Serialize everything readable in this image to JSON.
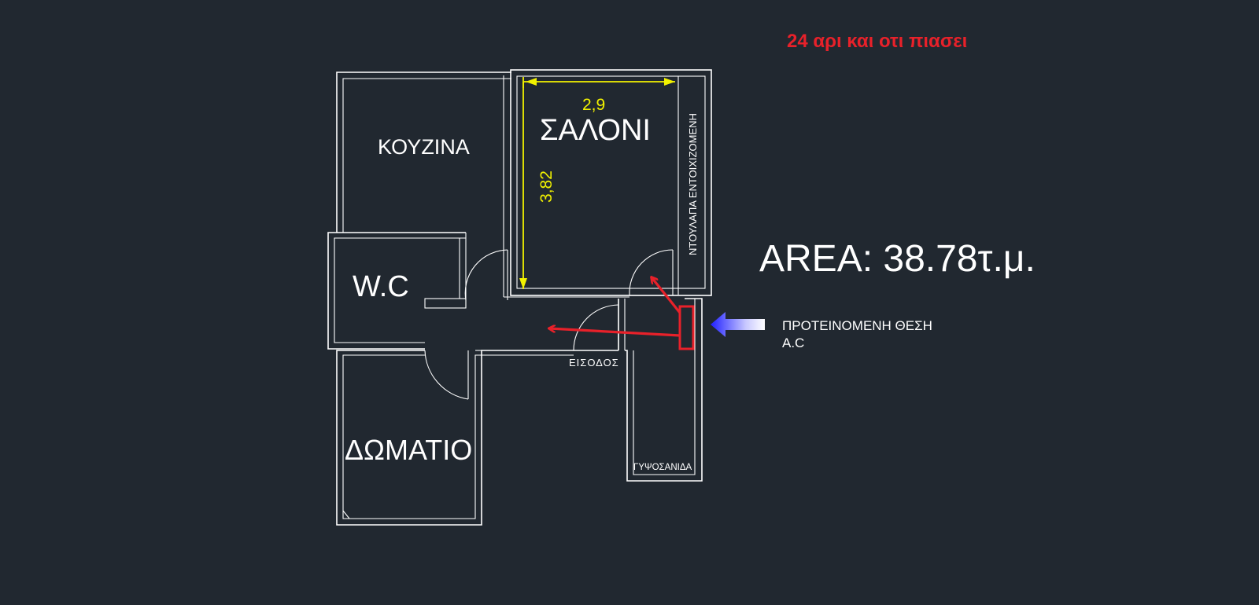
{
  "note": "24 αρι και οτι πιασει",
  "area": "AREA: 38.78τ.μ.",
  "rooms": {
    "kitchen": "ΚΟΥΖΙΝΑ",
    "living": "ΣΑΛΟΝΙ",
    "wc": "W.C",
    "bedroom": "ΔΩΜΑΤΙΟ",
    "entrance": "ΕΙΣΟΔΟΣ",
    "plasterboard": "ΓΥΨΟΣΑΝΙΔΑ",
    "wardrobe": "ΝΤΟΥΛΑΠΑ ΕΝΤΟΙΧΙΖΟΜΕΝΗ"
  },
  "dimensions": {
    "width": "2,9",
    "height": "3,82"
  },
  "ac_suggestion": {
    "line1": "ΠΡΟΤΕΙΝΟΜΕΝΗ ΘΕΣΗ",
    "line2": "Α.C"
  },
  "colors": {
    "background": "#212830",
    "walls": "#ffffff",
    "dimension": "#f2f200",
    "note": "#e8212a",
    "ac_marker": "#e8212a",
    "pointer_arrow": "#2020ff"
  }
}
